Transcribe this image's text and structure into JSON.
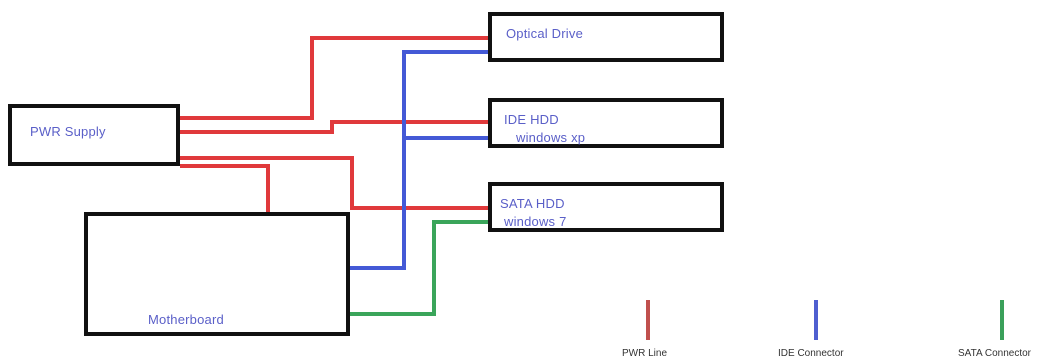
{
  "components": {
    "optical_drive": {
      "label": "Optical Drive"
    },
    "ide_hdd": {
      "label": "IDE HDD",
      "sublabel": "windows xp"
    },
    "sata_hdd": {
      "label": "SATA HDD",
      "sublabel": "windows 7"
    },
    "power_supply": {
      "label": "PWR Supply"
    },
    "motherboard": {
      "label": "Motherboard"
    }
  },
  "legend": [
    {
      "label": "PWR Line",
      "color": "#c0504d"
    },
    {
      "label": "IDE Connector",
      "color": "#4f5fd0"
    },
    {
      "label": "SATA Connector",
      "color": "#3aa05a"
    }
  ],
  "colors": {
    "power": "#e0393b",
    "ide": "#4459d6",
    "sata": "#3aa55a"
  }
}
